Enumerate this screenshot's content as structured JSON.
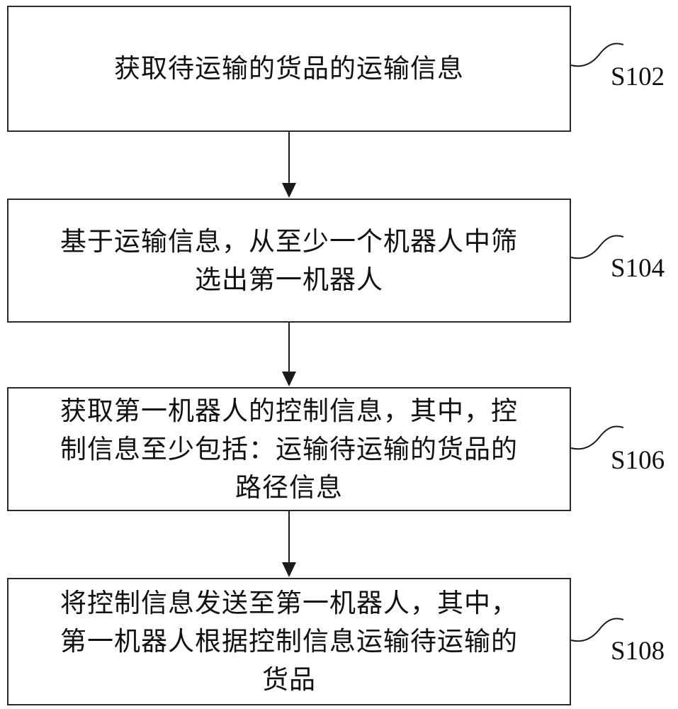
{
  "steps": [
    {
      "id": "S102",
      "text": "获取待运输的货品的运输信息"
    },
    {
      "id": "S104",
      "text": "基于运输信息，从至少一个机器人中筛\n选出第一机器人"
    },
    {
      "id": "S106",
      "text": "获取第一机器人的控制信息，其中，控\n制信息至少包括：运输待运输的货品的\n路径信息"
    },
    {
      "id": "S108",
      "text": "将控制信息发送至第一机器人，其中，\n第一机器人根据控制信息运输待运输的\n货品"
    }
  ],
  "colors": {
    "stroke": "#2a2a2a",
    "text": "#111111",
    "background": "#ffffff"
  }
}
